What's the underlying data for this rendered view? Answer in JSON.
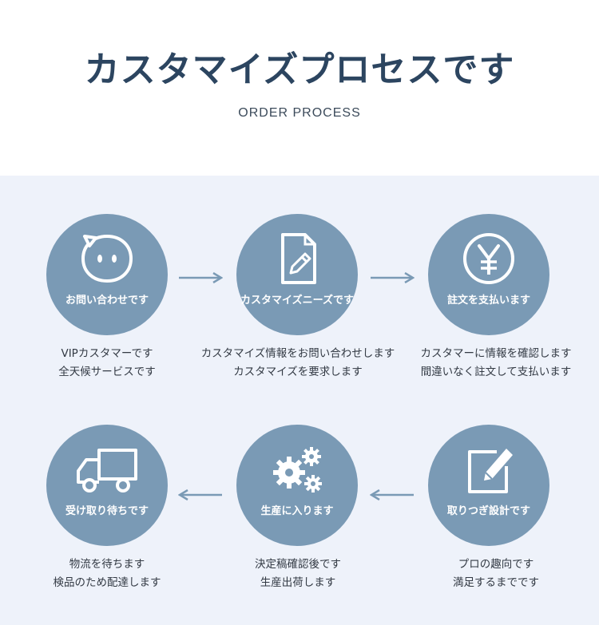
{
  "header": {
    "title": "カスタマイズプロセスです",
    "subtitle": "ORDER PROCESS"
  },
  "steps": [
    {
      "label": "お問い合わせです",
      "icon": "chat-bubble-face-icon",
      "desc_line1": "VIPカスタマーです",
      "desc_line2": "全天候サービスです"
    },
    {
      "label": "カスタマイズニーズです",
      "icon": "document-pen-icon",
      "desc_line1": "カスタマイズ情報をお問い合わせします",
      "desc_line2": "カスタマイズを要求します"
    },
    {
      "label": "註文を支払います",
      "icon": "yen-coin-icon",
      "desc_line1": "カスタマーに情報を確認します",
      "desc_line2": "間違いなく註文して支払います"
    },
    {
      "label": "取りつぎ設計です",
      "icon": "edit-pencil-icon",
      "desc_line1": "プロの趣向です",
      "desc_line2": "満足するまでです"
    },
    {
      "label": "生産に入ります",
      "icon": "gears-icon",
      "desc_line1": "決定稿確認後です",
      "desc_line2": "生産出荷します"
    },
    {
      "label": "受け取り待ちです",
      "icon": "delivery-truck-icon",
      "desc_line1": "物流を待ちます",
      "desc_line2": "検品のため配達します"
    }
  ],
  "colors": {
    "title": "#2c4560",
    "panel_background": "#eef2fa",
    "circle": "#7a9ab5",
    "arrow": "#7a9ab5"
  }
}
